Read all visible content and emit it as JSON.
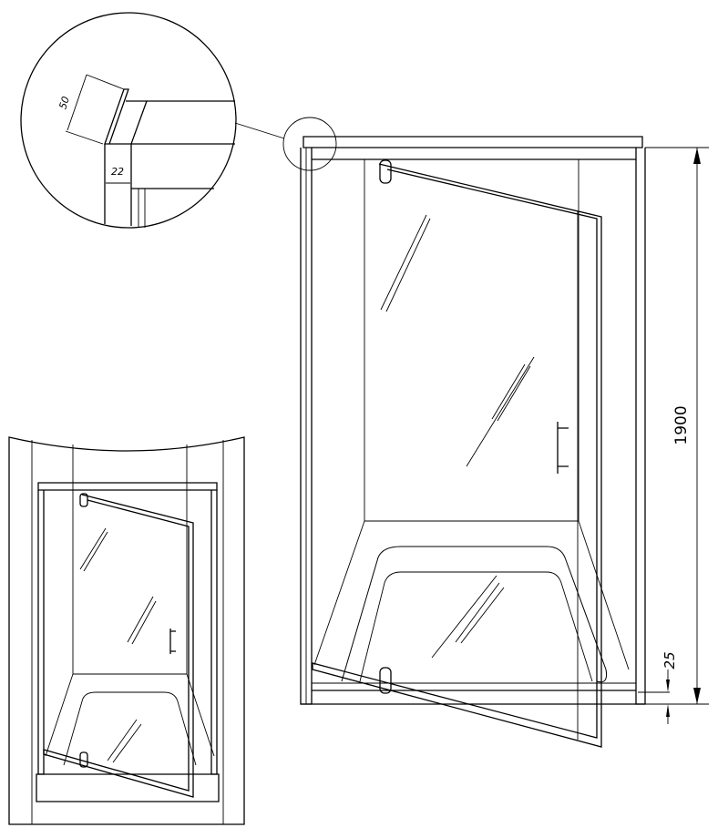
{
  "detail": {
    "dim_height": "50",
    "dim_width": "22"
  },
  "main_view": {
    "dim_total_height": "1900",
    "dim_tray_height": "25"
  },
  "colors": {
    "line": "#000000",
    "background": "#ffffff"
  }
}
